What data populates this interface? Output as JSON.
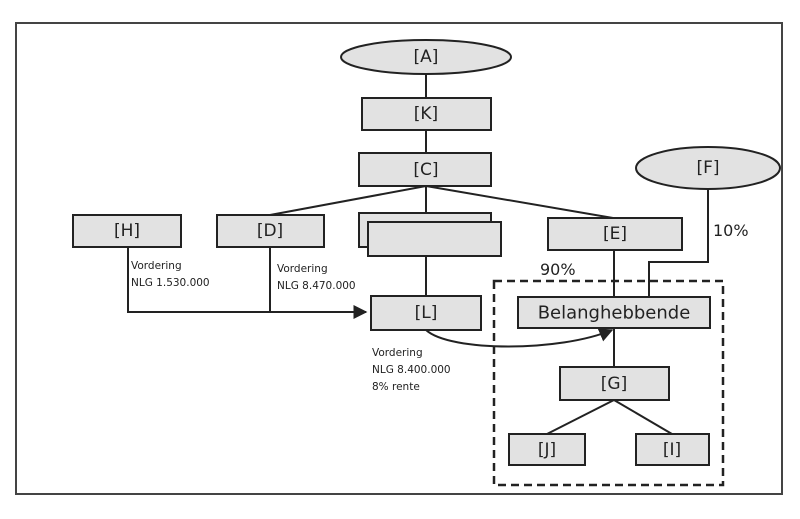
{
  "nodes": {
    "A": "[A]",
    "K": "[K]",
    "C": "[C]",
    "F": "[F]",
    "H": "[H]",
    "D": "[D]",
    "E": "[E]",
    "L": "[L]",
    "belanghebbende": "Belanghebbende",
    "G": "[G]",
    "J": "[J]",
    "I": "[I]"
  },
  "percentages": {
    "F_share": "10%",
    "E_share": "90%"
  },
  "claims": {
    "H": {
      "line1": "Vordering",
      "line2": "NLG 1.530.000"
    },
    "D": {
      "line1": "Vordering",
      "line2": "NLG 8.470.000"
    },
    "L": {
      "line1": "Vordering",
      "line2": "NLG 8.400.000",
      "line3": "8% rente"
    }
  }
}
